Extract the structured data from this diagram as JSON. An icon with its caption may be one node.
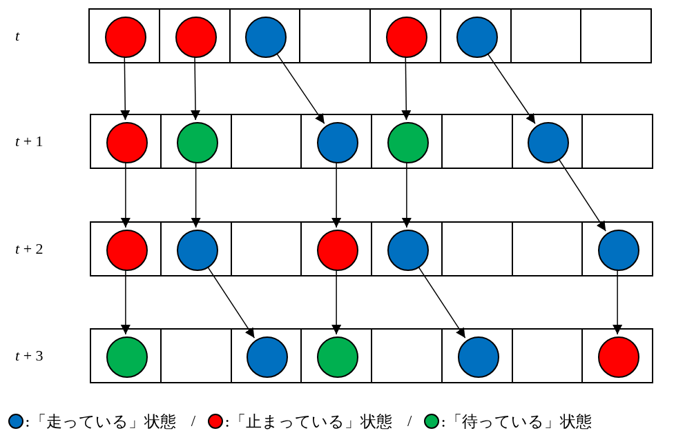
{
  "diagram": {
    "nodes": [
      {
        "text": [
          "*t*"
        ]
      },
      {
        "text": [],
        "shape": "box",
        "in": 0
      },
      {
        "text": [],
        "shape": "circle",
        "in": 1
      },
      {
        "text": [],
        "shape": "box",
        "in": 0
      },
      {
        "text": [],
        "shape": "circle",
        "in": 3
      },
      {
        "text": [],
        "shape": "box",
        "in": 0
      },
      {
        "text": [],
        "shape": "circle",
        "in": 5
      },
      {
        "text": [],
        "shape": "box",
        "in": 0
      },
      {
        "text": [],
        "shape": "box",
        "in": 0
      },
      {
        "text": [],
        "shape": "circle",
        "in": 8
      },
      {
        "text": [],
        "shape": "box",
        "in": 0
      },
      {
        "text": [],
        "shape": "circle",
        "in": 10
      },
      {
        "text": [],
        "shape": "box",
        "in": 0
      },
      {
        "text": [],
        "shape": "box",
        "in": 0
      },
      {
        "text": [
          "*t* + 1"
        ]
      },
      {
        "text": [],
        "shape": "box",
        "in": 14
      },
      {
        "text": [],
        "shape": "circle",
        "in": 15
      },
      {
        "text": [],
        "shape": "box",
        "in": 14
      },
      {
        "text": [],
        "shape": "circle",
        "in": 17
      },
      {
        "text": [],
        "shape": "box",
        "in": 14
      },
      {
        "text": [],
        "shape": "box",
        "in": 14
      },
      {
        "text": [],
        "shape": "circle",
        "in": 20
      },
      {
        "text": [],
        "shape": "box",
        "in": 14
      },
      {
        "text": [],
        "shape": "circle",
        "in": 22
      },
      {
        "text": [],
        "shape": "box",
        "in": 14
      },
      {
        "text": [],
        "shape": "box",
        "in": 14
      },
      {
        "text": [],
        "shape": "circle",
        "in": 25
      },
      {
        "text": [],
        "shape": "box",
        "in": 14
      },
      {
        "text": [
          "*t* + 2"
        ]
      },
      {
        "text": [],
        "shape": "box",
        "in": 28
      },
      {
        "text": [],
        "shape": "circle",
        "in": 29
      },
      {
        "text": [],
        "shape": "box",
        "in": 28
      },
      {
        "text": [],
        "shape": "circle",
        "in": 31
      },
      {
        "text": [],
        "shape": "box",
        "in": 28
      },
      {
        "text": [],
        "shape": "box",
        "in": 28
      },
      {
        "text": [],
        "shape": "circle",
        "in": 34
      },
      {
        "text": [],
        "shape": "box",
        "in": 28
      },
      {
        "text": [],
        "shape": "circle",
        "in": 36
      },
      {
        "text": [],
        "shape": "box",
        "in": 28
      },
      {
        "text": [],
        "shape": "box",
        "in": 28
      },
      {
        "text": [],
        "shape": "box",
        "in": 28
      },
      {
        "text": [],
        "shape": "circle",
        "in": 40
      },
      {
        "text": [
          "*t* + 3"
        ]
      },
      {
        "text": [],
        "shape": "box",
        "in": 42
      },
      {
        "text": [],
        "shape": "circle",
        "in": 43
      },
      {
        "text": [],
        "shape": "box",
        "in": 42
      },
      {
        "text": [],
        "shape": "box",
        "in": 42
      },
      {
        "text": [],
        "shape": "circle",
        "in": 46
      },
      {
        "text": [],
        "shape": "box",
        "in": 42
      },
      {
        "text": [],
        "shape": "circle",
        "in": 48
      },
      {
        "text": [],
        "shape": "box",
        "in": 42
      },
      {
        "text": [],
        "shape": "box",
        "in": 42
      },
      {
        "text": [],
        "shape": "circle",
        "in": 51
      },
      {
        "text": [],
        "shape": "box",
        "in": 42
      },
      {
        "text": [],
        "shape": "box",
        "in": 42
      },
      {
        "text": [],
        "shape": "circle",
        "in": 54
      }
    ],
    "edges": [
      {
        "from": 2,
        "to": 16,
        "arrow": "to"
      },
      {
        "from": 4,
        "to": 18,
        "arrow": "to"
      },
      {
        "from": 6,
        "to": 21,
        "arrow": "to"
      },
      {
        "from": 9,
        "to": 23,
        "arrow": "to"
      },
      {
        "from": 11,
        "to": 26,
        "arrow": "to"
      },
      {
        "from": 16,
        "to": 30,
        "arrow": "to"
      },
      {
        "from": 18,
        "to": 32,
        "arrow": "to"
      },
      {
        "from": 21,
        "to": 35,
        "arrow": "to"
      },
      {
        "from": 23,
        "to": 37,
        "arrow": "to"
      },
      {
        "from": 26,
        "to": 41,
        "arrow": "to"
      },
      {
        "from": 30,
        "to": 44,
        "arrow": "to"
      },
      {
        "from": 32,
        "to": 47,
        "arrow": "to"
      },
      {
        "from": 35,
        "to": 49,
        "arrow": "to"
      },
      {
        "from": 37,
        "to": 52,
        "arrow": "to"
      },
      {
        "from": 41,
        "to": 55,
        "arrow": "to"
      }
    ],
    "labels": [
      "/",
      "/"
    ],
    "legend": [
      {
        "text": ":「走っている」状態",
        "color": "#0070c0"
      },
      {
        "text": ":「止まっている」状態",
        "color": "#ff0000"
      },
      {
        "text": ":「待っている」状態",
        "color": "#00b050"
      }
    ]
  }
}
